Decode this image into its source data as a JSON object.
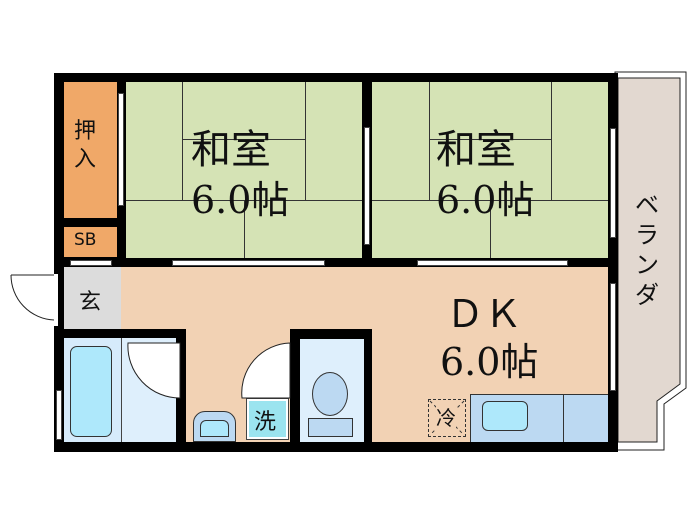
{
  "floorplan": {
    "rooms": [
      {
        "id": "washitsu_left",
        "name": "和室",
        "size": "6.0帖"
      },
      {
        "id": "washitsu_right",
        "name": "和室",
        "size": "6.0帖"
      },
      {
        "id": "dk",
        "name": "ＤＫ",
        "size": "6.0帖"
      }
    ],
    "closet_label": "押入",
    "closet_label_top": "押",
    "closet_label_bottom": "入",
    "shoebox_label": "SB",
    "entrance_label": "玄",
    "balcony_label": "ベランダ",
    "balcony_chars": [
      "ベ",
      "ラ",
      "ン",
      "ダ"
    ],
    "washer_label": "洗",
    "fridge_label": "冷"
  },
  "colors": {
    "tatami": "#d5e3b5",
    "closet": "#f0a868",
    "dk_floor": "#f2d2b4",
    "entrance": "#dcdcdc",
    "balcony": "#e2d8d0",
    "bath": "#d6ebfb",
    "fixture": "#aee8fb",
    "wall": "#000000"
  }
}
